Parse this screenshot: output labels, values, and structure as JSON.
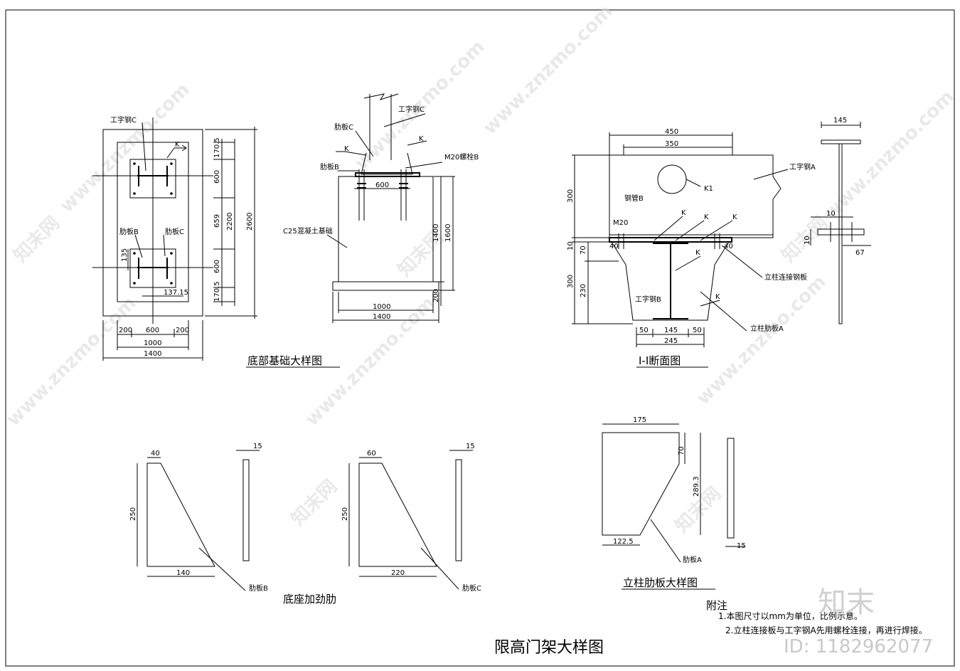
{
  "drawing": {
    "main_title": "限高门架大样图",
    "watermark_url": "www.znzmo.com",
    "watermark_brand": "知末网",
    "brand_logo": "知末",
    "brand_id": "ID: 1182962077"
  },
  "plan_view": {
    "title": "底部基础大样图",
    "labels": {
      "steel_c": "工字钢C",
      "rib_b": "肋板B",
      "rib_c": "肋板C"
    },
    "dims": {
      "d_170_top": "170.5",
      "d_600_top": "600",
      "d_659": "659",
      "d_600_bot": "600",
      "d_170_bot": "170.5",
      "d_2200": "2200",
      "d_2600": "2600",
      "d_135": "135",
      "d_137": "137.15",
      "d_200_l": "200",
      "d_600_h": "600",
      "d_200_r": "200",
      "d_1000": "1000",
      "d_1400": "1400"
    },
    "k_mark": "K"
  },
  "elevation_view": {
    "labels": {
      "steel_c": "工字钢C",
      "rib_c": "肋板C",
      "rib_b": "肋板B",
      "bolt": "M20螺栓B",
      "concrete": "C25混凝土基础"
    },
    "dims": {
      "d_600": "600",
      "d_1400_v": "1400",
      "d_1600": "1600",
      "d_200": "200",
      "d_1000": "1000",
      "d_1400_h": "1400"
    },
    "k_mark_1": "K",
    "k_mark_2": "K"
  },
  "section_view": {
    "title": "I-I断面图",
    "labels": {
      "steel_a": "工字钢A",
      "pipe_b": "钢管B",
      "k1": "K1",
      "m20": "M20",
      "connect_plate": "立柱连接钢板",
      "steel_b": "工字钢B",
      "rib_a": "立柱肋板A"
    },
    "dims": {
      "d_450": "450",
      "d_350": "350",
      "d_300_top": "300",
      "d_10": "10",
      "d_70": "70",
      "d_300_bot": "300",
      "d_230": "230",
      "d_40_l": "40",
      "d_40_r": "40",
      "d_50_l": "50",
      "d_145": "145",
      "d_50_r": "50",
      "d_245": "245"
    },
    "k_marks": [
      "K",
      "K",
      "K",
      "K",
      "K"
    ]
  },
  "tee_detail": {
    "dims": {
      "d_145": "145",
      "d_10_h": "10",
      "d_10_v": "10",
      "d_67": "67"
    }
  },
  "rib_bc_detail": {
    "title": "底座加劲肋",
    "rib_b": {
      "top": "40",
      "height": "250",
      "bottom": "140",
      "thick": "15",
      "label": "肋板B"
    },
    "rib_c": {
      "top": "60",
      "height": "250",
      "bottom": "220",
      "thick": "15",
      "label": "肋板C"
    }
  },
  "rib_a_detail": {
    "title": "立柱肋板大样图",
    "dims": {
      "top": "175",
      "chamfer": "70",
      "height": "289.3",
      "bottom": "122.5",
      "thick": "15"
    },
    "label": "肋板A"
  },
  "notes": {
    "heading": "附注",
    "items": [
      "1.本图尺寸以mm为单位，比例示意。",
      "2.立柱连接板与工字钢A先用螺栓连接，再进行焊接。"
    ]
  }
}
